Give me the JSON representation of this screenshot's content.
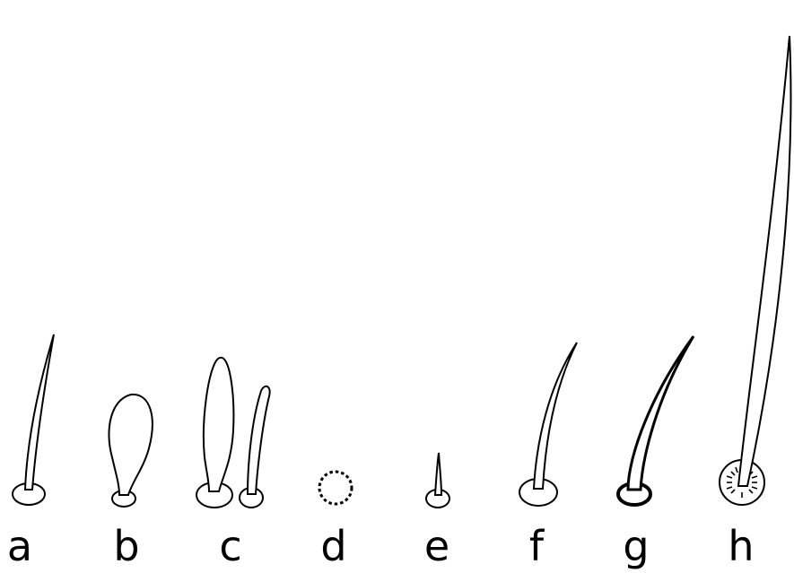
{
  "figure": {
    "items": [
      {
        "label": "a",
        "type": "thin-hair"
      },
      {
        "label": "b",
        "type": "club-shaped"
      },
      {
        "label": "c",
        "type": "club-shaped-pair"
      },
      {
        "label": "d",
        "type": "dotted-pore"
      },
      {
        "label": "e",
        "type": "short-spine"
      },
      {
        "label": "f",
        "type": "curved-hair"
      },
      {
        "label": "g",
        "type": "thick-ringed-seta"
      },
      {
        "label": "h",
        "type": "long-seta-large-socket"
      }
    ],
    "colors": {
      "stroke": "#000000",
      "fill": "#ffffff"
    }
  }
}
